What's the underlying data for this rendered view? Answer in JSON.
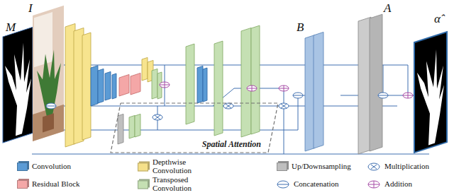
{
  "diagram": {
    "nodes": [
      {
        "text": [
          "Spatial Attention"
        ]
      }
    ],
    "labels": [
      "M",
      "I",
      "B",
      "A",
      "α̂"
    ],
    "legend": [
      {
        "text": "Convolution",
        "color": "#5b9bd5"
      },
      {
        "text": "Depthwise Convolution",
        "color": "#f5e08a"
      },
      {
        "text": "Up/Downsampling",
        "color": "#bfbfbf"
      },
      {
        "text": "Multiplication"
      },
      {
        "text": "Residual Block",
        "color": "#f4a7a7"
      },
      {
        "text": "Transposed Convolution",
        "color": "#c5e0b3"
      },
      {
        "text": "Concatenation"
      },
      {
        "text": "Addition"
      }
    ]
  }
}
